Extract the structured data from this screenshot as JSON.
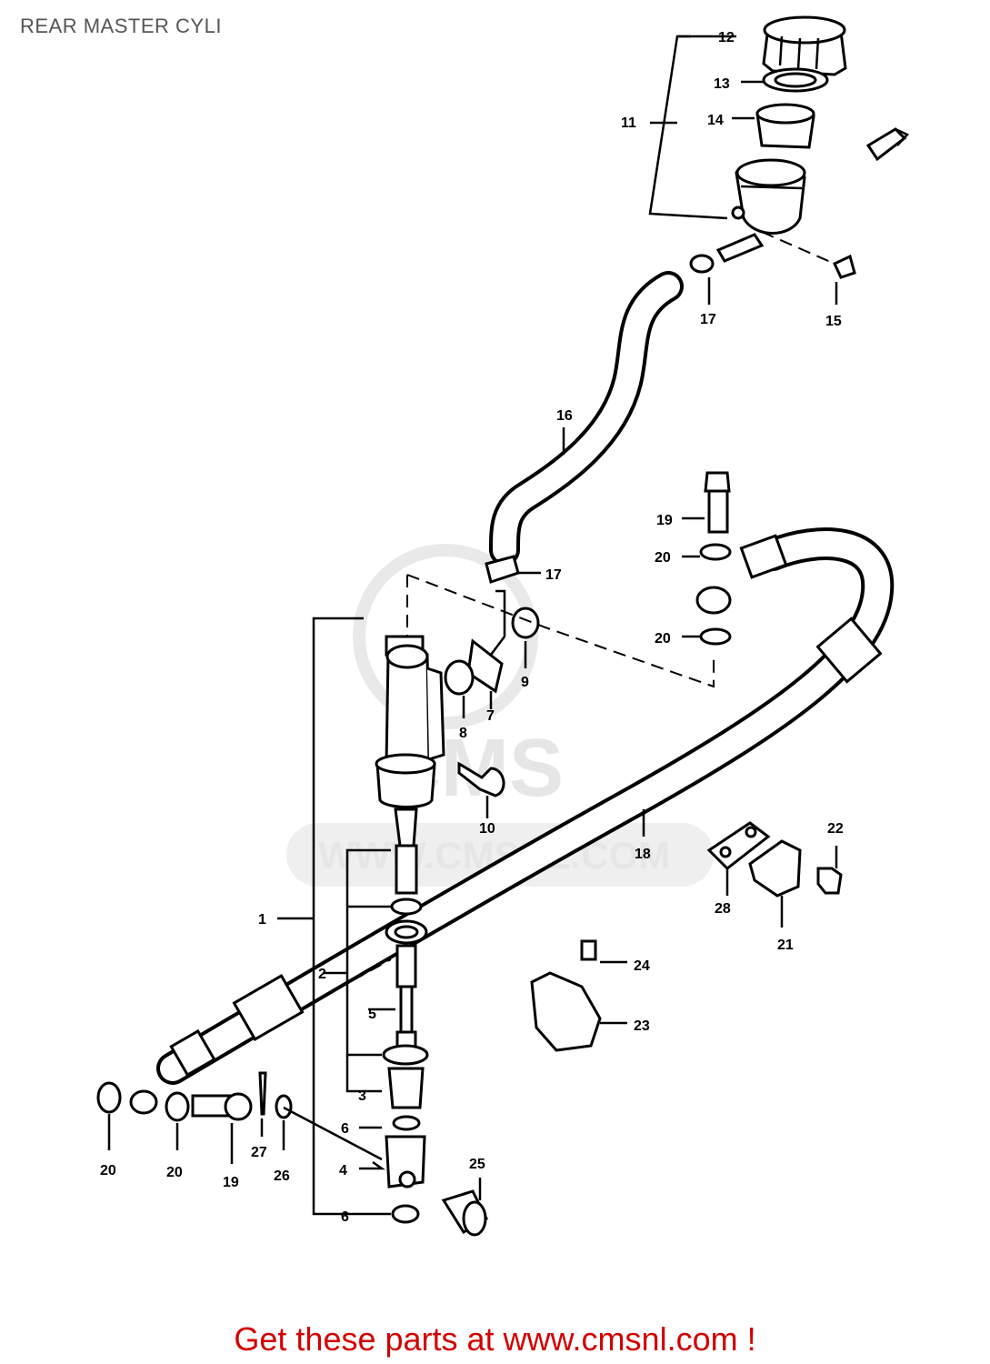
{
  "header": {
    "title": "REAR MASTER CYLI"
  },
  "footer": {
    "text": "Get these parts at www.cmsnl.com !"
  },
  "watermark": {
    "brand": "CMS",
    "url": "WWW.CMSNL.COM"
  },
  "colors": {
    "footer_text": "#d40000",
    "title_text": "#555555",
    "watermark": "#e6e6e6"
  },
  "parts": [
    {
      "id": "p1",
      "number": "1"
    },
    {
      "id": "p2",
      "number": "2"
    },
    {
      "id": "p3",
      "number": "3"
    },
    {
      "id": "p4",
      "number": "4"
    },
    {
      "id": "p5",
      "number": "5"
    },
    {
      "id": "p6a",
      "number": "6"
    },
    {
      "id": "p6b",
      "number": "6"
    },
    {
      "id": "p7",
      "number": "7"
    },
    {
      "id": "p8",
      "number": "8"
    },
    {
      "id": "p9",
      "number": "9"
    },
    {
      "id": "p10",
      "number": "10"
    },
    {
      "id": "p11",
      "number": "11"
    },
    {
      "id": "p12",
      "number": "12"
    },
    {
      "id": "p13",
      "number": "13"
    },
    {
      "id": "p14",
      "number": "14"
    },
    {
      "id": "p15",
      "number": "15"
    },
    {
      "id": "p16",
      "number": "16"
    },
    {
      "id": "p17a",
      "number": "17"
    },
    {
      "id": "p17b",
      "number": "17"
    },
    {
      "id": "p18",
      "number": "18"
    },
    {
      "id": "p19a",
      "number": "19"
    },
    {
      "id": "p19b",
      "number": "19"
    },
    {
      "id": "p20a",
      "number": "20"
    },
    {
      "id": "p20b",
      "number": "20"
    },
    {
      "id": "p20c",
      "number": "20"
    },
    {
      "id": "p20d",
      "number": "20"
    },
    {
      "id": "p21",
      "number": "21"
    },
    {
      "id": "p22",
      "number": "22"
    },
    {
      "id": "p23",
      "number": "23"
    },
    {
      "id": "p24",
      "number": "24"
    },
    {
      "id": "p25",
      "number": "25"
    },
    {
      "id": "p26",
      "number": "26"
    },
    {
      "id": "p27",
      "number": "27"
    },
    {
      "id": "p28",
      "number": "28"
    }
  ]
}
